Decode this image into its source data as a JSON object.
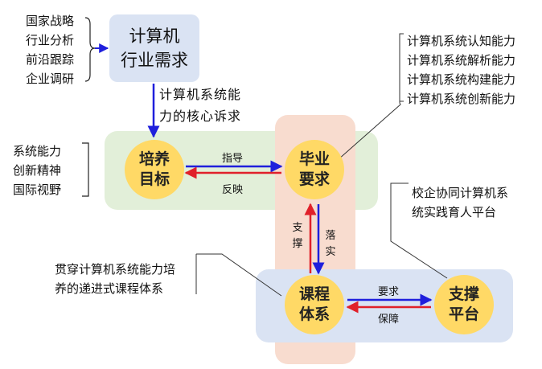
{
  "inputs": [
    "国家战略",
    "行业分析",
    "前沿跟踪",
    "企业调研"
  ],
  "industry_demand": [
    "计算机",
    "行业需求"
  ],
  "core_demand": [
    "计算机系统能",
    "力的核心诉求"
  ],
  "goal_traits": [
    "系统能力",
    "创新精神",
    "国际视野"
  ],
  "abilities": [
    "计算机系统认知能力",
    "计算机系统解析能力",
    "计算机系统构建能力",
    "计算机系统创新能力"
  ],
  "nodes": {
    "goal": [
      "培养",
      "目标"
    ],
    "graduation": [
      "毕业",
      "要求"
    ],
    "curriculum": [
      "课程",
      "体系"
    ],
    "platform": [
      "支撑",
      "平台"
    ]
  },
  "arrows": {
    "guide": "指导",
    "feedback": "反映",
    "support": "支撑",
    "implement": "落实",
    "require": "要求",
    "guarantee": "保障"
  },
  "platform_desc": [
    "校企协同计算机系",
    "统实践育人平台"
  ],
  "curriculum_desc": [
    "贯穿计算机系统能力培",
    "养的递进式课程体系"
  ],
  "colors": {
    "node_fill": "#ffd966",
    "blue_arrow": "#1f1fdc",
    "red_arrow": "#e0202a",
    "green_band": "#e2efd9",
    "peach_band": "#f8dccf",
    "blue_band": "#dae3f3"
  }
}
